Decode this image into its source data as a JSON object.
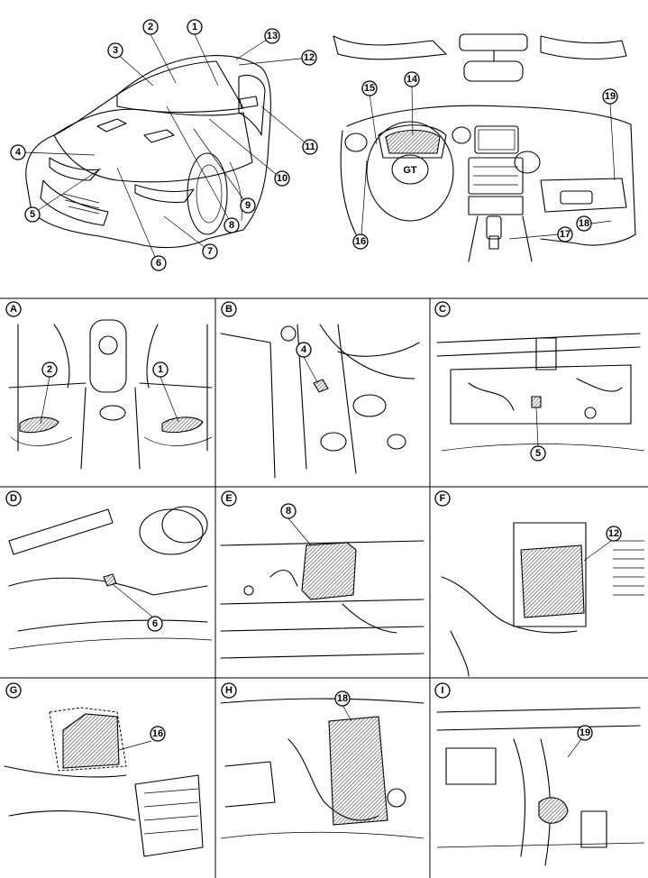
{
  "overview": {
    "vehicle_callouts": [
      "1",
      "2",
      "3",
      "4",
      "5",
      "6",
      "7",
      "8",
      "9",
      "10",
      "11",
      "12",
      "13"
    ],
    "interior_callouts": [
      "14",
      "15",
      "16",
      "17",
      "18",
      "19"
    ]
  },
  "panels": [
    {
      "letter": "A",
      "callouts": [
        "2",
        "1"
      ]
    },
    {
      "letter": "B",
      "callouts": [
        "4"
      ]
    },
    {
      "letter": "C",
      "callouts": [
        "5"
      ]
    },
    {
      "letter": "D",
      "callouts": [
        "6"
      ]
    },
    {
      "letter": "E",
      "callouts": [
        "8"
      ]
    },
    {
      "letter": "F",
      "callouts": [
        "12"
      ]
    },
    {
      "letter": "G",
      "callouts": [
        "16"
      ]
    },
    {
      "letter": "H",
      "callouts": [
        "18"
      ]
    },
    {
      "letter": "I",
      "callouts": [
        "19"
      ]
    }
  ]
}
